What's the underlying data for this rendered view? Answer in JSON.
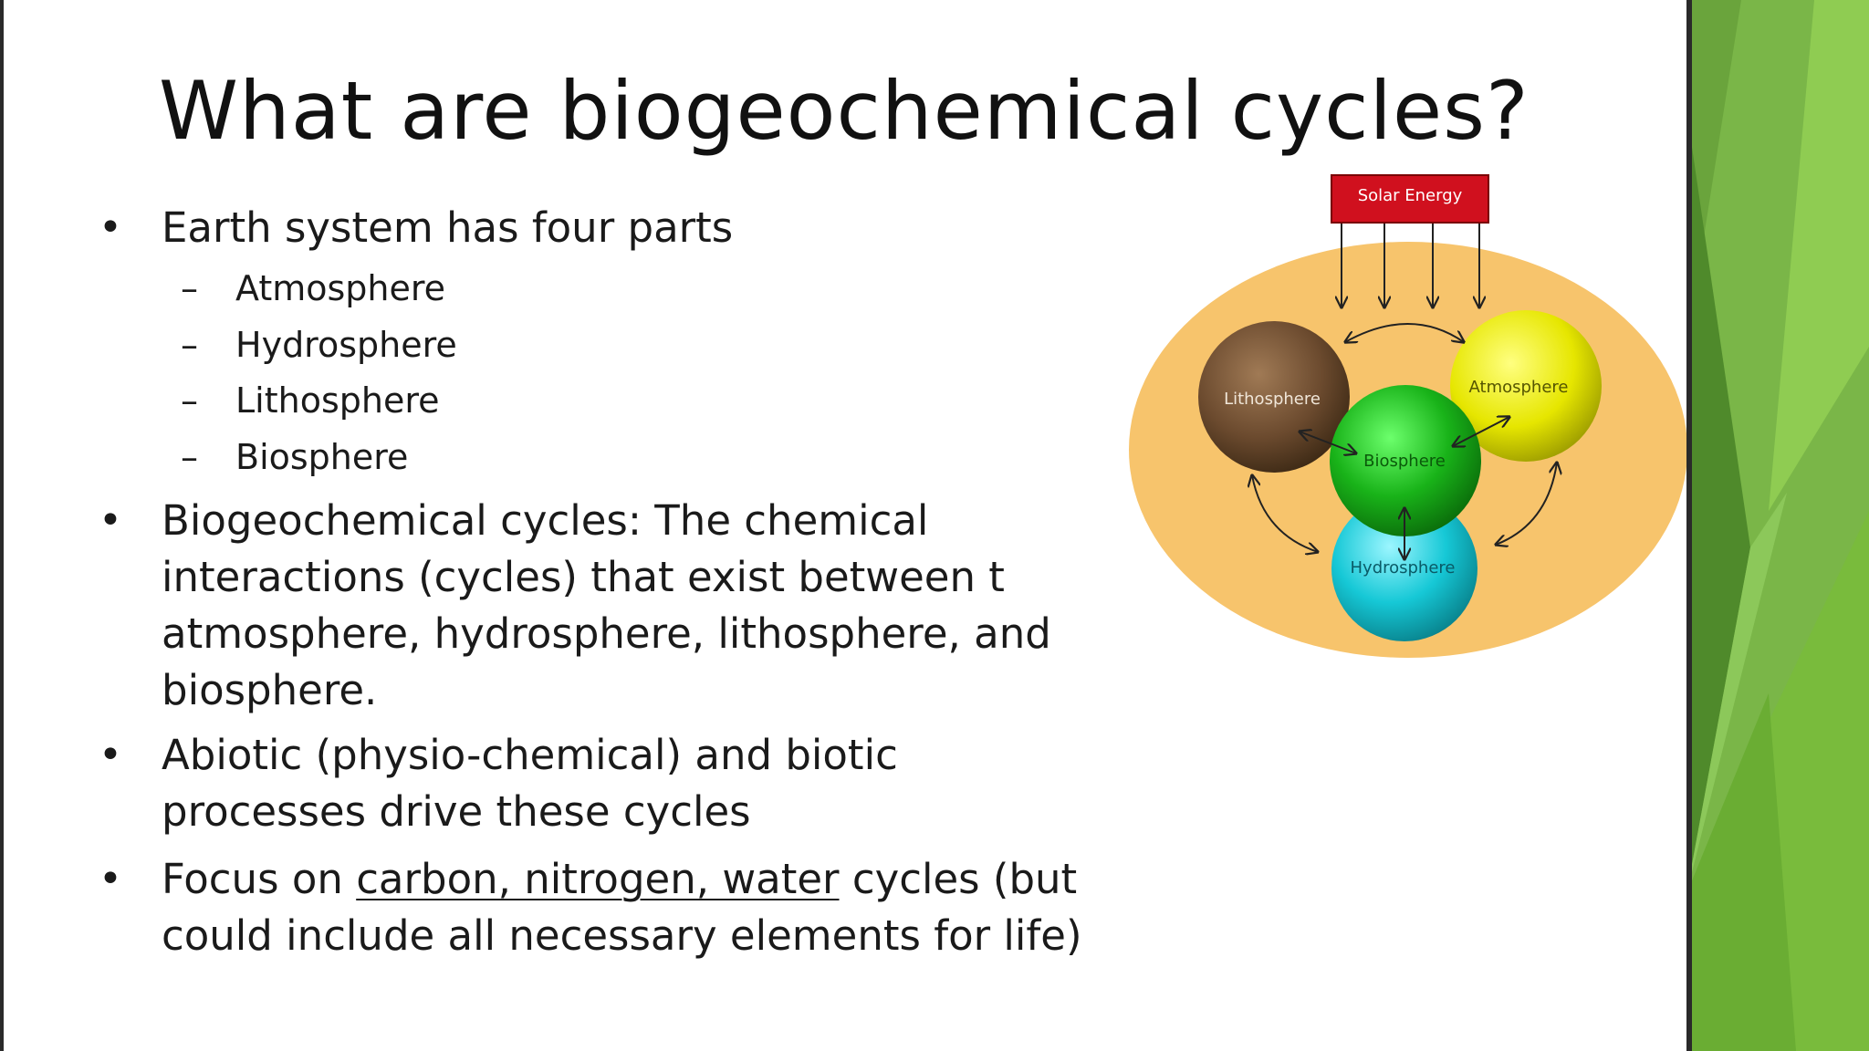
{
  "title": "What are biogeochemical cycles?",
  "bullets": {
    "b1": {
      "text": "Earth system has four parts",
      "subs": [
        "Atmosphere",
        "Hydrosphere",
        "Lithosphere",
        "Biosphere"
      ]
    },
    "b2": {
      "line1": "Biogeochemical cycles: The  chemical",
      "line2": "interactions (cycles) that exist between      t",
      "line3": "atmosphere, hydrosphere, lithosphere, and",
      "line4": "biosphere."
    },
    "b3": {
      "line1": "Abiotic (physio-chemical) and biotic",
      "line2": "processes drive these cycles"
    },
    "b4": {
      "prefix": "Focus on ",
      "underlined": "carbon, nitrogen, water",
      "suffix": " cycles (but",
      "line2": "could include all necessary elements for life)"
    },
    "dot": "•",
    "dash": "–"
  },
  "diagram": {
    "solar_label": "Solar Energy",
    "lithosphere": "Lithosphere",
    "atmosphere": "Atmosphere",
    "biosphere": "Biosphere",
    "hydrosphere": "Hydrosphere"
  },
  "colors": {
    "solar_box": "#d0101e",
    "orange_disc": "#f7c46c",
    "lithosphere": "#6b4a2e",
    "atmosphere": "#e6e600",
    "biosphere": "#19b319",
    "hydrosphere": "#16c8d6",
    "accent_green": "#7ab648"
  }
}
